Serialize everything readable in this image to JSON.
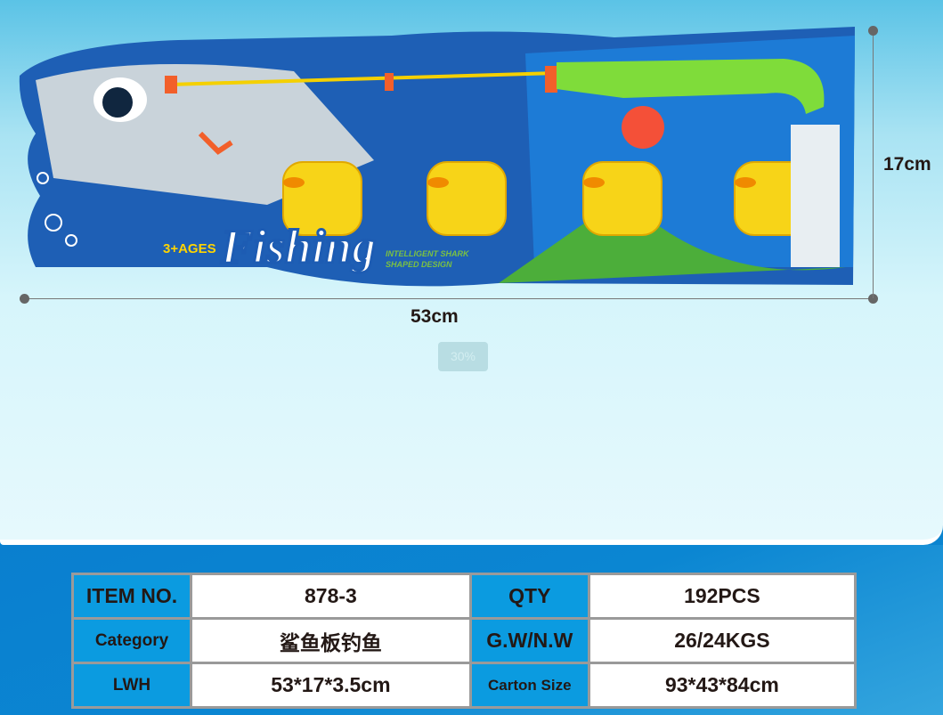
{
  "product": {
    "age_label": "3+AGES",
    "brand_title": "Fishing",
    "tagline_1": "INTELLIGENT SHARK",
    "tagline_2": "SHAPED DESIGN"
  },
  "dimensions": {
    "width": "53cm",
    "height": "17cm"
  },
  "zoom_badge": "30%",
  "specs": {
    "item_no_label": "ITEM NO.",
    "item_no": "878-3",
    "qty_label": "QTY",
    "qty": "192PCS",
    "category_label": "Category",
    "category": "鲨鱼板钓鱼",
    "weight_label": "G.W/N.W",
    "weight": "26/24KGS",
    "lwh_label": "LWH",
    "lwh": "53*17*3.5cm",
    "carton_label": "Carton Size",
    "carton": "93*43*84cm"
  }
}
